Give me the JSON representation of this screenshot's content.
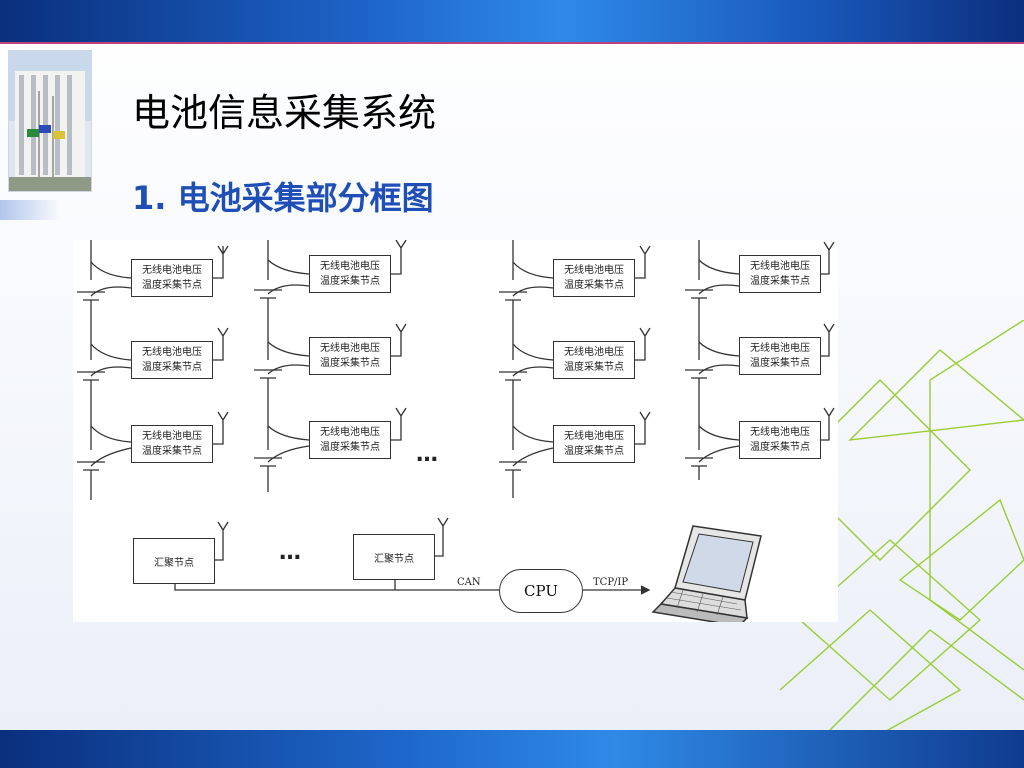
{
  "slide": {
    "title": "电池信息采集系统",
    "subtitle": "1. 电池采集部分框图"
  },
  "theme": {
    "band_color": "#1d63c7",
    "accent_line": "#c0407a",
    "subtitle_color": "#1f4fb6",
    "decor_color": "#9acd32"
  },
  "diagram": {
    "node_line1": "无线电池电压",
    "node_line2": "温度采集节点",
    "node_line1_alt": "无线电池电压",
    "node_line2_alt": "温度采集节点",
    "columns": [
      {
        "nodes": [
          [
            "无线电池电压",
            "温度采集节点"
          ],
          [
            "无线电池电压",
            "温度采集节点"
          ],
          [
            "无线电池电压",
            "温度采集节点"
          ]
        ]
      },
      {
        "nodes": [
          [
            "无线电池电压",
            "温度采集节点"
          ],
          [
            "无线电池电压",
            "温度采集节点"
          ],
          [
            "无线电池电压",
            "温度采集节点"
          ]
        ]
      },
      {
        "nodes": [
          [
            "无线电池电压",
            "温度采集节点"
          ],
          [
            "无线电池电压",
            "温度采集节点"
          ],
          [
            "无线电池电压",
            "温度采集节点"
          ]
        ]
      },
      {
        "nodes": [
          [
            "无线电池电压",
            "温度采集节点"
          ],
          [
            "无线电池电压",
            "温度采集节点"
          ],
          [
            "无线电池电压",
            "温度采集节点"
          ]
        ]
      }
    ],
    "ellipsis": "…",
    "aggregator_1": "汇聚节点",
    "aggregator_2": "汇聚节点",
    "can_label": "CAN",
    "cpu_label": "CPU",
    "tcp_label": "TCP/IP"
  },
  "icons": [
    "building-photo-icon",
    "antenna-icon",
    "battery-cell-icon",
    "laptop-icon"
  ]
}
